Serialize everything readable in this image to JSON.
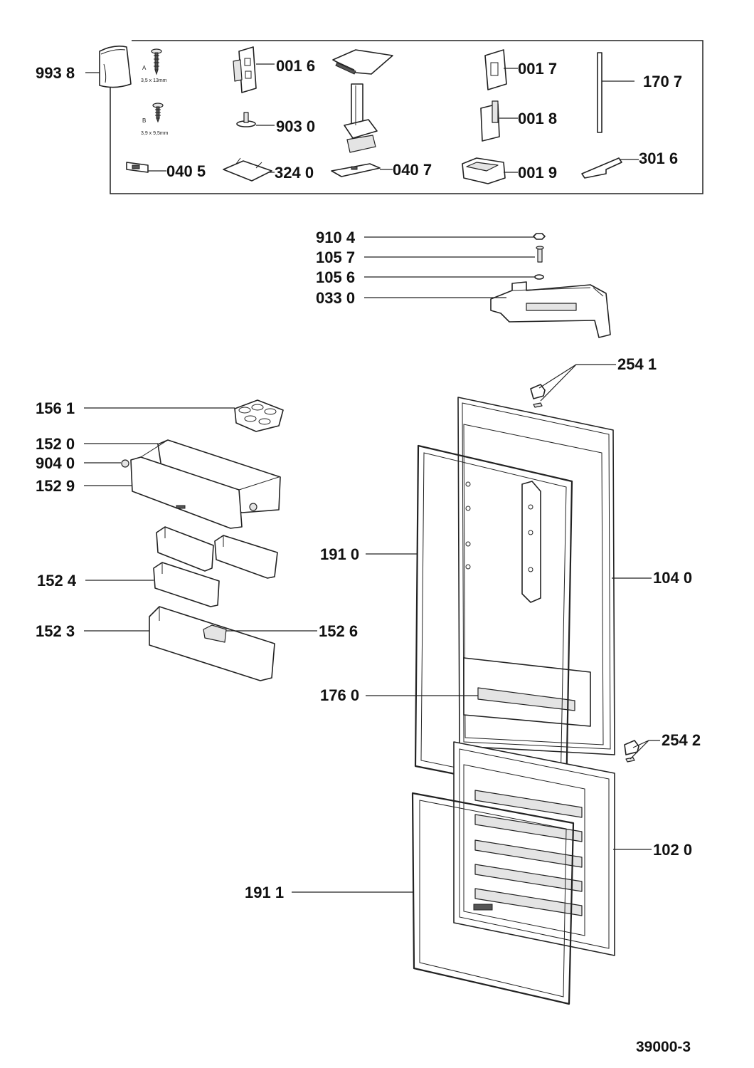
{
  "drawing_number": "39000-3",
  "screw_a": {
    "letter": "A",
    "size": "3,5 x 13mm"
  },
  "screw_b": {
    "letter": "B",
    "size": "3,9 x 9,5mm"
  },
  "callouts": {
    "p9938": "993 8",
    "p0016": "001 6",
    "p0017": "001 7",
    "p1707": "170 7",
    "p9030": "903 0",
    "p0018": "001 8",
    "p0405": "040 5",
    "p3240": "324 0",
    "p0407": "040 7",
    "p0019": "001 9",
    "p3016": "301 6",
    "p9104": "910 4",
    "p1057": "105 7",
    "p1056": "105 6",
    "p0330": "033 0",
    "p2541": "254 1",
    "p1561": "156 1",
    "p1520": "152 0",
    "p9040": "904 0",
    "p1529": "152 9",
    "p1910": "191 0",
    "p1040": "104 0",
    "p1524": "152 4",
    "p1523": "152 3",
    "p1526": "152 6",
    "p1760": "176 0",
    "p2542": "254 2",
    "p1020": "102 0",
    "p1911": "191 1"
  }
}
